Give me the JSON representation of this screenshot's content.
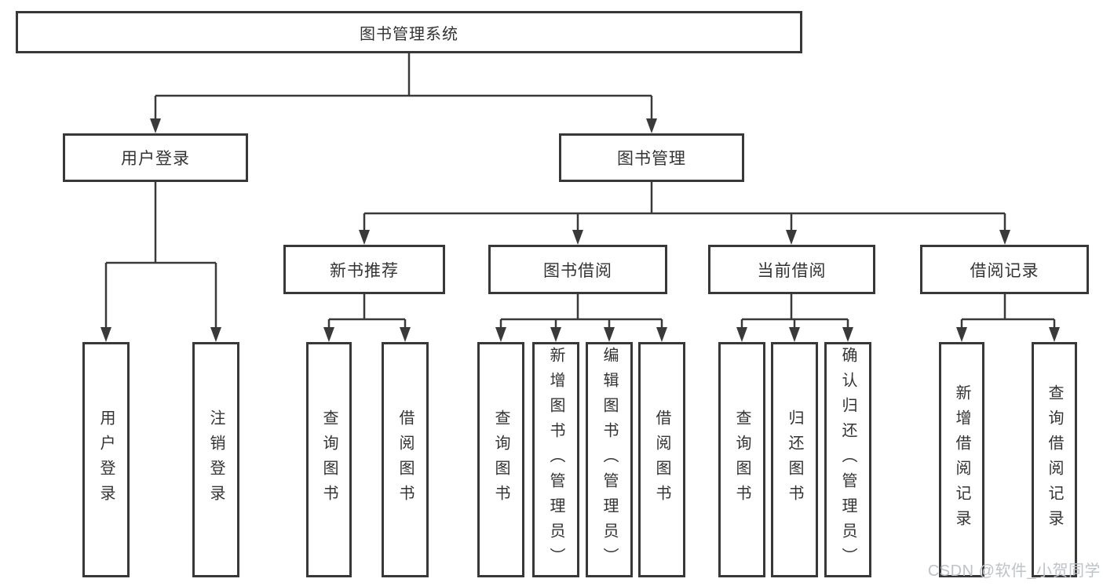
{
  "tree": {
    "label": "图书管理系统",
    "children": [
      {
        "label": "用户登录",
        "children": [
          {
            "label": "用户登录"
          },
          {
            "label": "注销登录"
          }
        ]
      },
      {
        "label": "图书管理",
        "children": [
          {
            "label": "新书推荐",
            "children": [
              {
                "label": "查询图书"
              },
              {
                "label": "借阅图书"
              }
            ]
          },
          {
            "label": "图书借阅",
            "children": [
              {
                "label": "查询图书"
              },
              {
                "label": "新增图书（管理员）"
              },
              {
                "label": "编辑图书（管理员）"
              },
              {
                "label": "借阅图书"
              }
            ]
          },
          {
            "label": "当前借阅",
            "children": [
              {
                "label": "查询图书"
              },
              {
                "label": "归还图书"
              },
              {
                "label": "确认归还（管理员）"
              }
            ]
          },
          {
            "label": "借阅记录",
            "children": [
              {
                "label": "新增借阅记录"
              },
              {
                "label": "查询借阅记录"
              }
            ]
          }
        ]
      }
    ]
  },
  "watermark": {
    "text": "CSDN @软件_小贺同学"
  },
  "colors": {
    "line": "#3a3a3a",
    "border": "#383838",
    "text": "#333333",
    "watermark": "#bdc3c7",
    "background": "#ffffff"
  }
}
